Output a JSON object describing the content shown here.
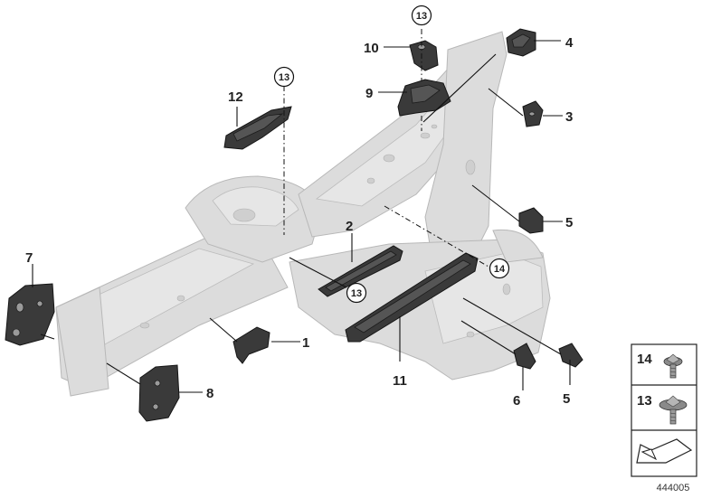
{
  "callouts": {
    "c1": "1",
    "c2": "2",
    "c3": "3",
    "c4": "4",
    "c5a": "5",
    "c5b": "5",
    "c6": "6",
    "c7": "7",
    "c8": "8",
    "c9": "9",
    "c10": "10",
    "c11": "11",
    "c12": "12",
    "circ13a": "13",
    "circ13b": "13",
    "circ13c": "13",
    "circ14": "14"
  },
  "legend": {
    "item14": "14",
    "item13": "13"
  },
  "doc_number": "444005",
  "colors": {
    "body_gray": "#dcdcdc",
    "part_dark": "#3a3a3a",
    "line": "#111111"
  }
}
